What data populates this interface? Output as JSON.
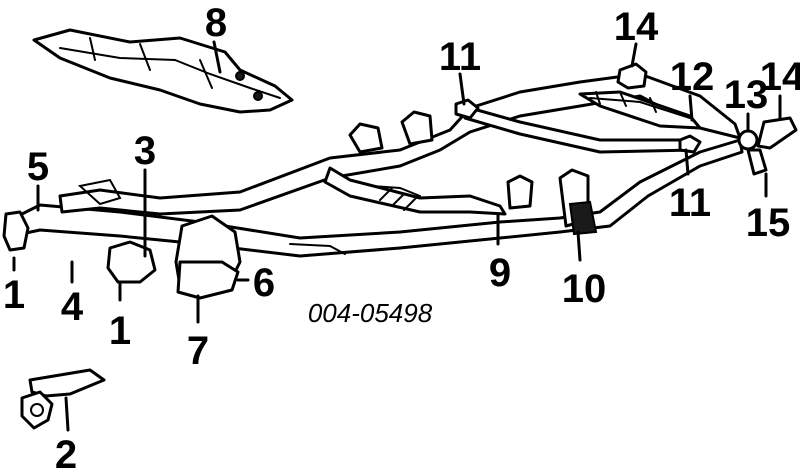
{
  "reference_number": "004-05498",
  "callouts": {
    "c1a": "1",
    "c1b": "1",
    "c2": "2",
    "c3": "3",
    "c4": "4",
    "c5": "5",
    "c6": "6",
    "c7": "7",
    "c8": "8",
    "c9": "9",
    "c10": "10",
    "c11a": "11",
    "c11b": "11",
    "c12": "12",
    "c13": "13",
    "c14a": "14",
    "c14b": "14",
    "c15": "15"
  },
  "colors": {
    "ink": "#000000",
    "paper": "#ffffff"
  }
}
